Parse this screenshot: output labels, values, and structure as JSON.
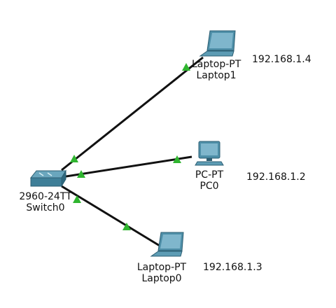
{
  "devices": {
    "laptop1": {
      "model": "Laptop-PT",
      "name": "Laptop1",
      "ip": "192.168.1.4",
      "icon": "laptop-icon"
    },
    "pc0": {
      "model": "PC-PT",
      "name": "PC0",
      "ip": "192.168.1.2",
      "icon": "desktop-pc-icon"
    },
    "laptop0": {
      "model": "Laptop-PT",
      "name": "Laptop0",
      "ip": "192.168.1.3",
      "icon": "laptop-icon"
    },
    "switch0": {
      "model": "2960-24TT",
      "name": "Switch0",
      "icon": "switch-icon"
    }
  },
  "links": [
    {
      "from": "Switch0",
      "to": "Laptop1",
      "status": "up"
    },
    {
      "from": "Switch0",
      "to": "PC0",
      "status": "up"
    },
    {
      "from": "Switch0",
      "to": "Laptop0",
      "status": "up"
    }
  ],
  "colors": {
    "link": "#111111",
    "link_up": "#2fb52f",
    "device_body": "#4e8fa8",
    "device_screen": "#7fb6cc"
  }
}
